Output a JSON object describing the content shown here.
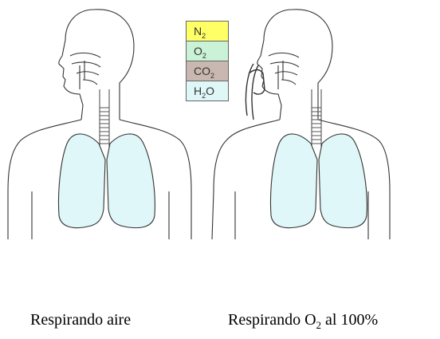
{
  "legend": [
    {
      "base": "N",
      "sub": "2",
      "color": "#ffff66"
    },
    {
      "base": "O",
      "sub": "2",
      "color": "#c9f2d6"
    },
    {
      "base": "CO",
      "sub": "2",
      "color": "#c9b8b1"
    },
    {
      "base": "H",
      "sub": "2",
      "suffix": "O",
      "color": "#dff7f6"
    }
  ],
  "captions": {
    "left": "Respirando aire",
    "right_prefix": "Respirando O",
    "right_sub": "2",
    "right_suffix": " al 100%"
  },
  "colors": {
    "lung_fill": "#dff7f8",
    "outline": "#333333"
  }
}
